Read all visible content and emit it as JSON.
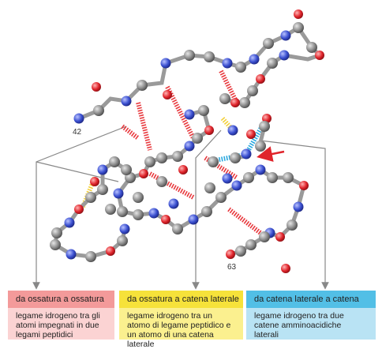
{
  "labels": {
    "residue_start": "42",
    "residue_end": "63"
  },
  "boxes": [
    {
      "title": "da ossatura a ossatura",
      "text": "legame idrogeno tra gli atomi impegnati in due legami peptidici",
      "color_head": "#f39a9a",
      "color_body": "#fbd3d3"
    },
    {
      "title": "da ossatura a catena laterale",
      "text": "legame idrogeno tra un atomo di legame peptidico e un atomo di una catena laterale",
      "color_head": "#f6e23a",
      "color_body": "#fbf08f"
    },
    {
      "title": "da catena laterale a catena laterale",
      "text": "legame idrogeno tra due catene amminoacidiche laterali",
      "color_head": "#52bfe6",
      "color_body": "#b9e3f4"
    }
  ],
  "colors": {
    "carbon": "#8c8c8c",
    "nitrogen": "#3a4fd0",
    "oxygen": "#e0242b",
    "hbond_backbone": "#e8383d",
    "hbond_side": "#f3d03a",
    "hbond_sidechain": "#2aa9e0",
    "arrow": "#e0242b"
  }
}
